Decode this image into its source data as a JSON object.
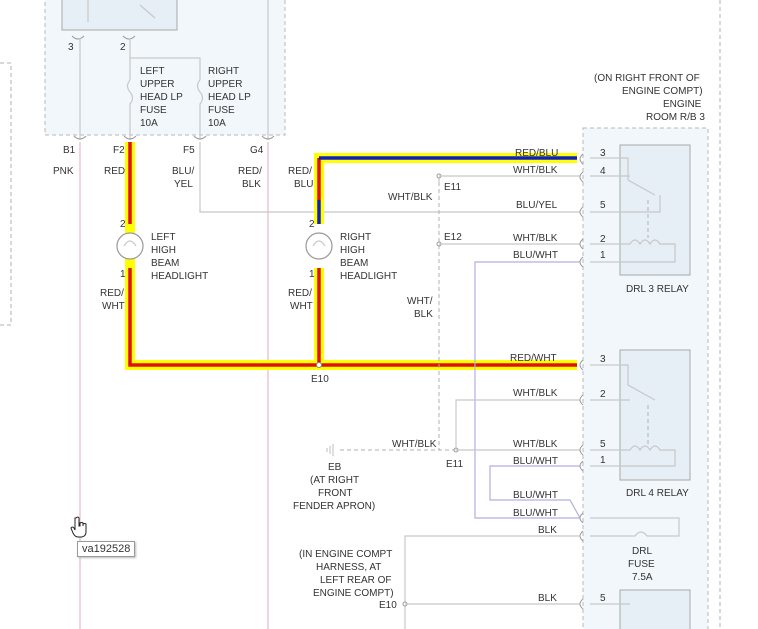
{
  "connectors": {
    "b1": "B1",
    "f2": "F2",
    "f5": "F5",
    "g4": "G4",
    "e11a": "E11",
    "e12": "E12",
    "e10a": "E10",
    "e11b": "E11",
    "e10b": "E10"
  },
  "pins": {
    "fuse_left_3": "3",
    "fuse_left_2": "2",
    "lamp_left_top": "2",
    "lamp_left_bot": "1",
    "lamp_right_top": "2",
    "lamp_right_bot": "1",
    "r3_p3": "3",
    "r3_p4": "4",
    "r3_p5": "5",
    "r3_p2": "2",
    "r3_p1": "1",
    "r4_p3": "3",
    "r4_p2": "2",
    "r4_p5": "5",
    "r4_p1": "1",
    "bottom_p5": "5"
  },
  "wires": {
    "pnk": "PNK",
    "red_f2": "RED",
    "blu_yel_1": "BLU/",
    "blu_yel_2": "YEL",
    "red_blk_1": "RED/",
    "red_blk_2": "BLK",
    "red_blu_left_1": "RED/",
    "red_blu_left_2": "BLU",
    "red_wht_left_1": "RED/",
    "red_wht_left_2": "WHT",
    "red_wht_right_1": "RED/",
    "red_wht_right_2": "WHT",
    "wht_blk_mid": "WHT/BLK",
    "wht_blk_vert_1": "WHT/",
    "wht_blk_vert_2": "BLK",
    "r3_red_blu": "RED/BLU",
    "r3_wht_blk_4": "WHT/BLK",
    "r3_blu_yel": "BLU/YEL",
    "r3_wht_blk_2": "WHT/BLK",
    "r3_blu_wht": "BLU/WHT",
    "r4_red_wht": "RED/WHT",
    "r4_wht_blk_2": "WHT/BLK",
    "eb_wht_blk": "WHT/BLK",
    "r4_wht_blk_5": "WHT/BLK",
    "r4_blu_wht": "BLU/WHT",
    "fuse_blu_wht_1": "BLU/WHT",
    "fuse_blu_wht_2": "BLU/WHT",
    "fuse_blk": "BLK",
    "bottom_blk": "BLK"
  },
  "components": {
    "left_fuse": [
      "LEFT",
      "UPPER",
      "HEAD LP",
      "FUSE",
      "10A"
    ],
    "right_fuse": [
      "RIGHT",
      "UPPER",
      "HEAD LP",
      "FUSE",
      "10A"
    ],
    "left_lamp": [
      "LEFT",
      "HIGH",
      "BEAM",
      "HEADLIGHT"
    ],
    "right_lamp": [
      "RIGHT",
      "HIGH",
      "BEAM",
      "HEADLIGHT"
    ],
    "rb3": [
      "(ON RIGHT FRONT OF",
      "ENGINE COMPT)",
      "ENGINE",
      "ROOM R/B 3"
    ],
    "drl3": "DRL 3 RELAY",
    "drl4": "DRL 4 RELAY",
    "drl_fuse": [
      "DRL",
      "FUSE",
      "7.5A"
    ],
    "eb": [
      "EB",
      "(AT RIGHT",
      "FRONT",
      "FENDER APRON)"
    ],
    "harness": [
      "(IN ENGINE COMPT",
      "HARNESS, AT",
      "LEFT REAR OF",
      "ENGINE COMPT)"
    ]
  },
  "tooltip": "va192528",
  "colors": {
    "highlight": "#ffff00",
    "red_wire": "#e01010",
    "blue_wire": "#1020c0"
  }
}
